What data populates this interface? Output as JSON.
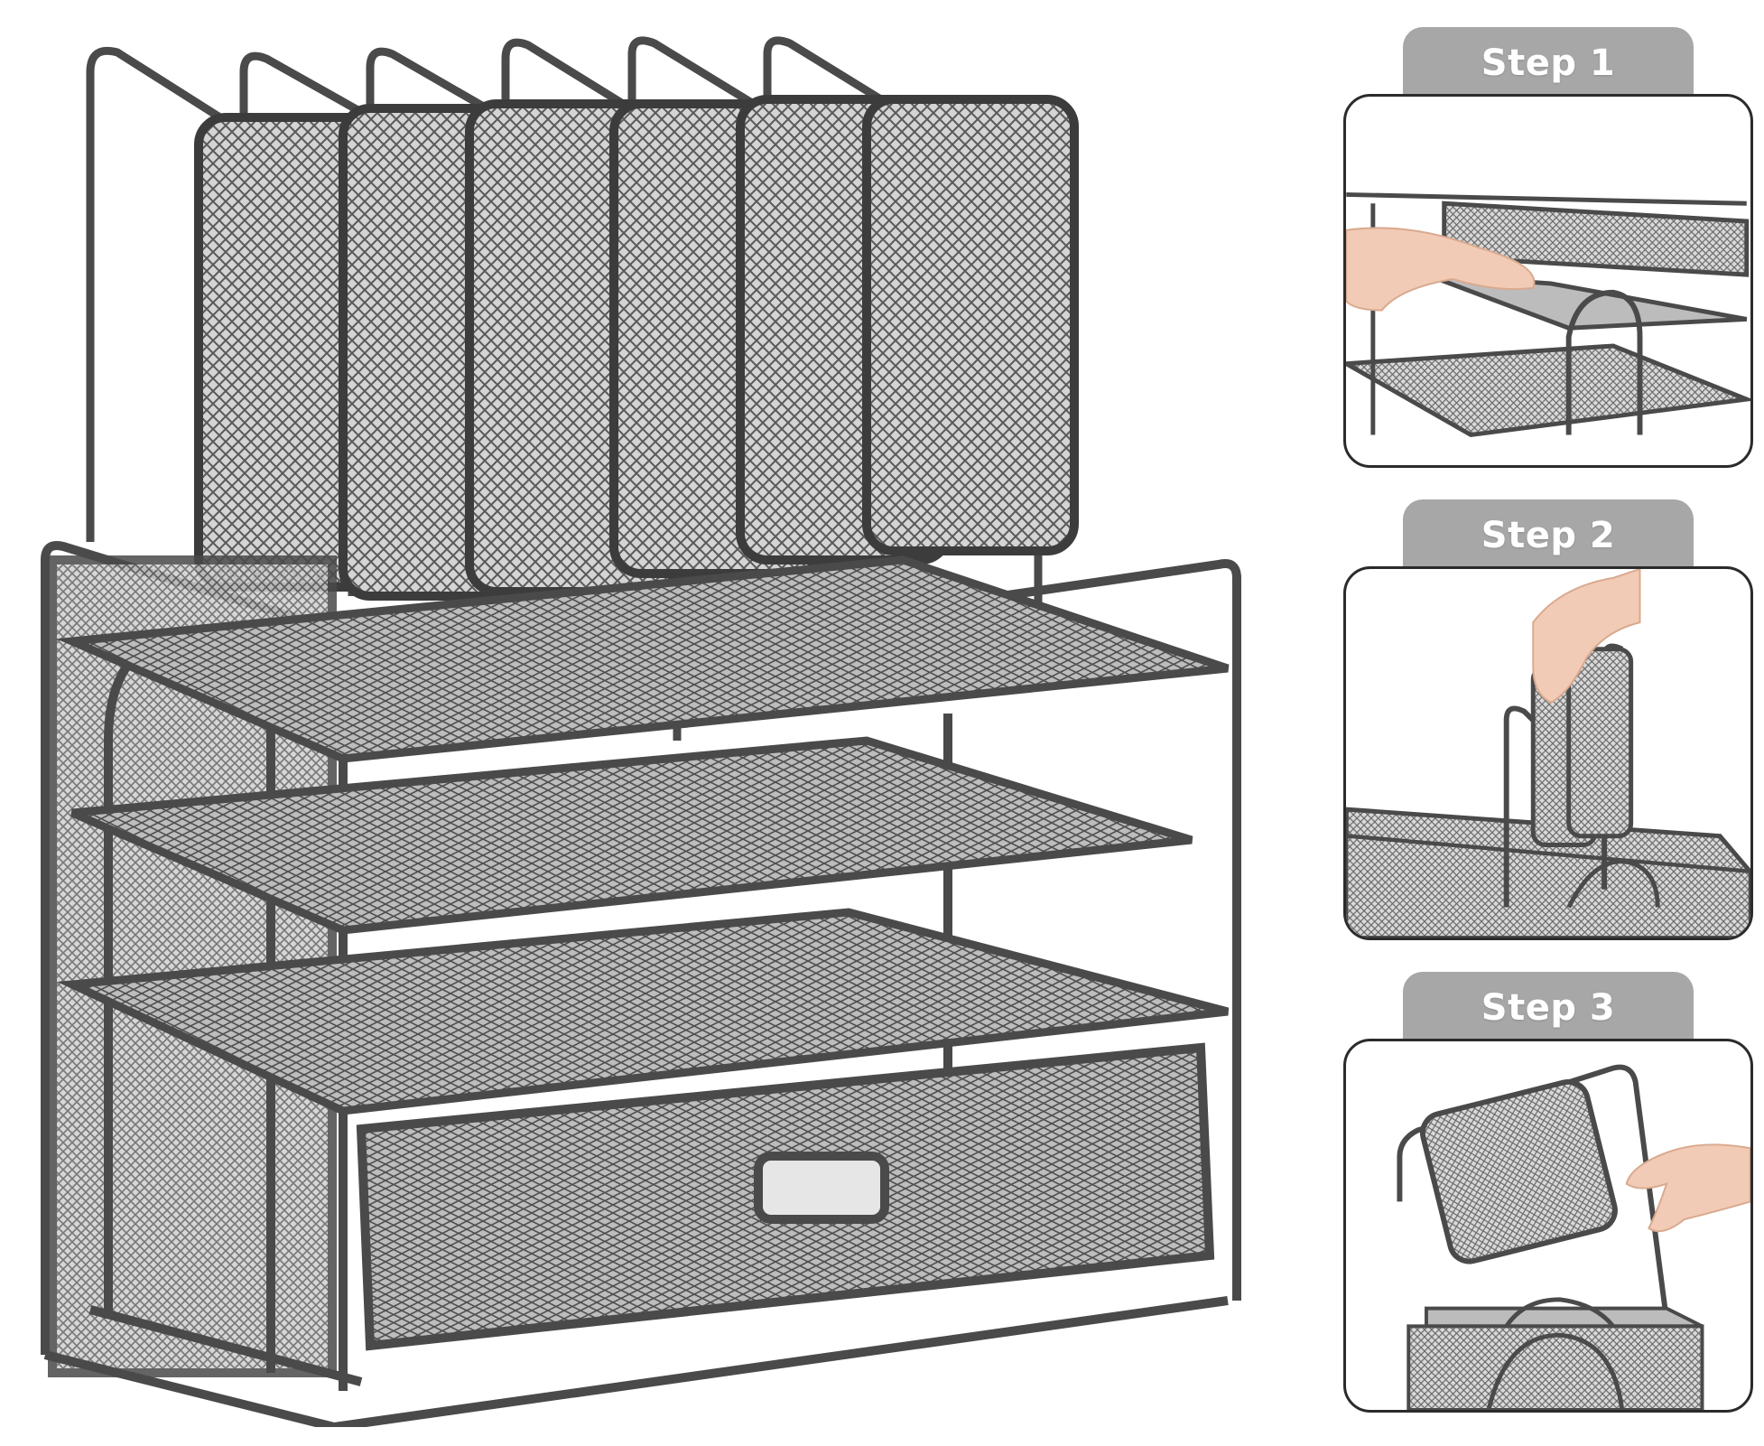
{
  "steps": [
    {
      "label": "Step 1"
    },
    {
      "label": "Step 2"
    },
    {
      "label": "Step 3"
    }
  ],
  "colors": {
    "frame": "#4a4a4a",
    "mesh": "#8c8c8c",
    "tab": "#a7a7a7",
    "tab_text": "#ffffff",
    "card_border": "#2b2b2b",
    "skin": "#f1cbb5"
  },
  "icons": {
    "main": "desk-organizer-illustration",
    "step_1": "pull-tray-illustration",
    "step_2": "insert-divider-illustration",
    "step_3": "attach-divider-illustration"
  }
}
